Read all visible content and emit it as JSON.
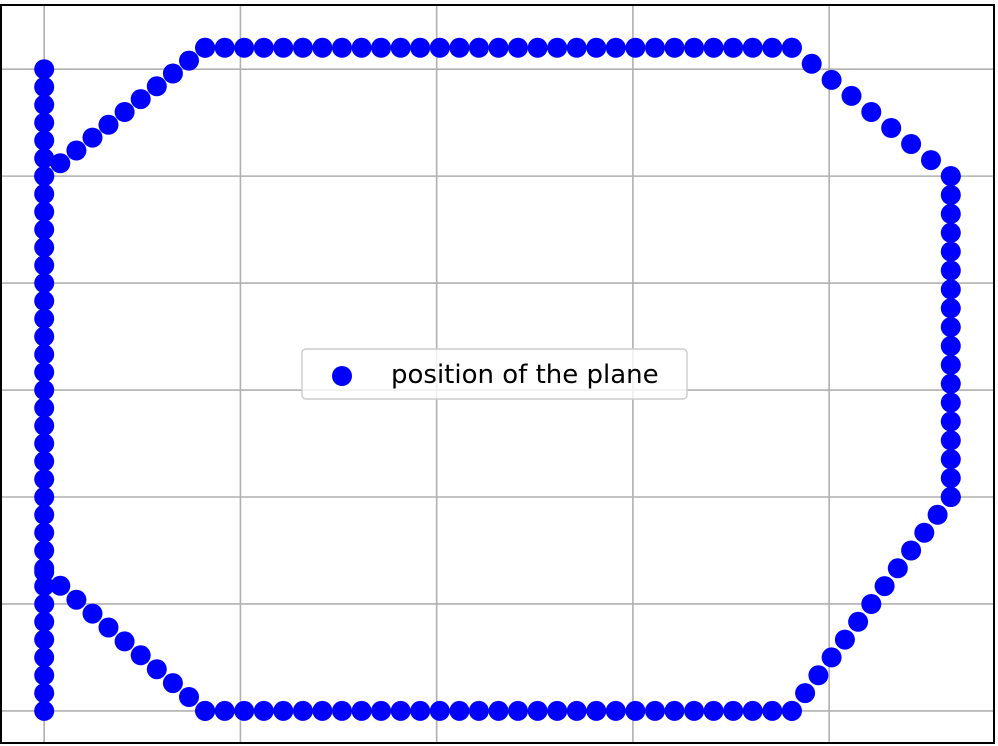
{
  "chart_data": {
    "type": "scatter",
    "title": "",
    "xlabel": "",
    "ylabel": "",
    "grid": true,
    "legend_placement": "center",
    "xlim": [
      -0.22,
      4.84
    ],
    "ylim": [
      -0.3,
      6.6
    ],
    "series": [
      {
        "name": "position of the plane",
        "color": "#0000ff",
        "marker": "circle",
        "segments": [
          {
            "from": [
              0,
              0
            ],
            "to": [
              0,
              6
            ],
            "points": 37
          },
          {
            "from": [
              0,
              1.3
            ],
            "to": [
              0.82,
              0
            ],
            "points": 11
          },
          {
            "from": [
              0.82,
              0
            ],
            "to": [
              3.81,
              0
            ],
            "points": 31
          },
          {
            "from": [
              3.81,
              0
            ],
            "to": [
              4.62,
              2
            ],
            "points": 13
          },
          {
            "from": [
              4.62,
              2
            ],
            "to": [
              4.62,
              5
            ],
            "points": 18
          },
          {
            "from": [
              4.62,
              5
            ],
            "to": [
              3.81,
              6.2
            ],
            "points": 9
          },
          {
            "from": [
              3.81,
              6.2
            ],
            "to": [
              0.82,
              6.2
            ],
            "points": 31
          },
          {
            "from": [
              0.82,
              6.2
            ],
            "to": [
              0,
              5
            ],
            "points": 11
          }
        ]
      }
    ]
  },
  "legend": {
    "label": "position of the plane"
  }
}
